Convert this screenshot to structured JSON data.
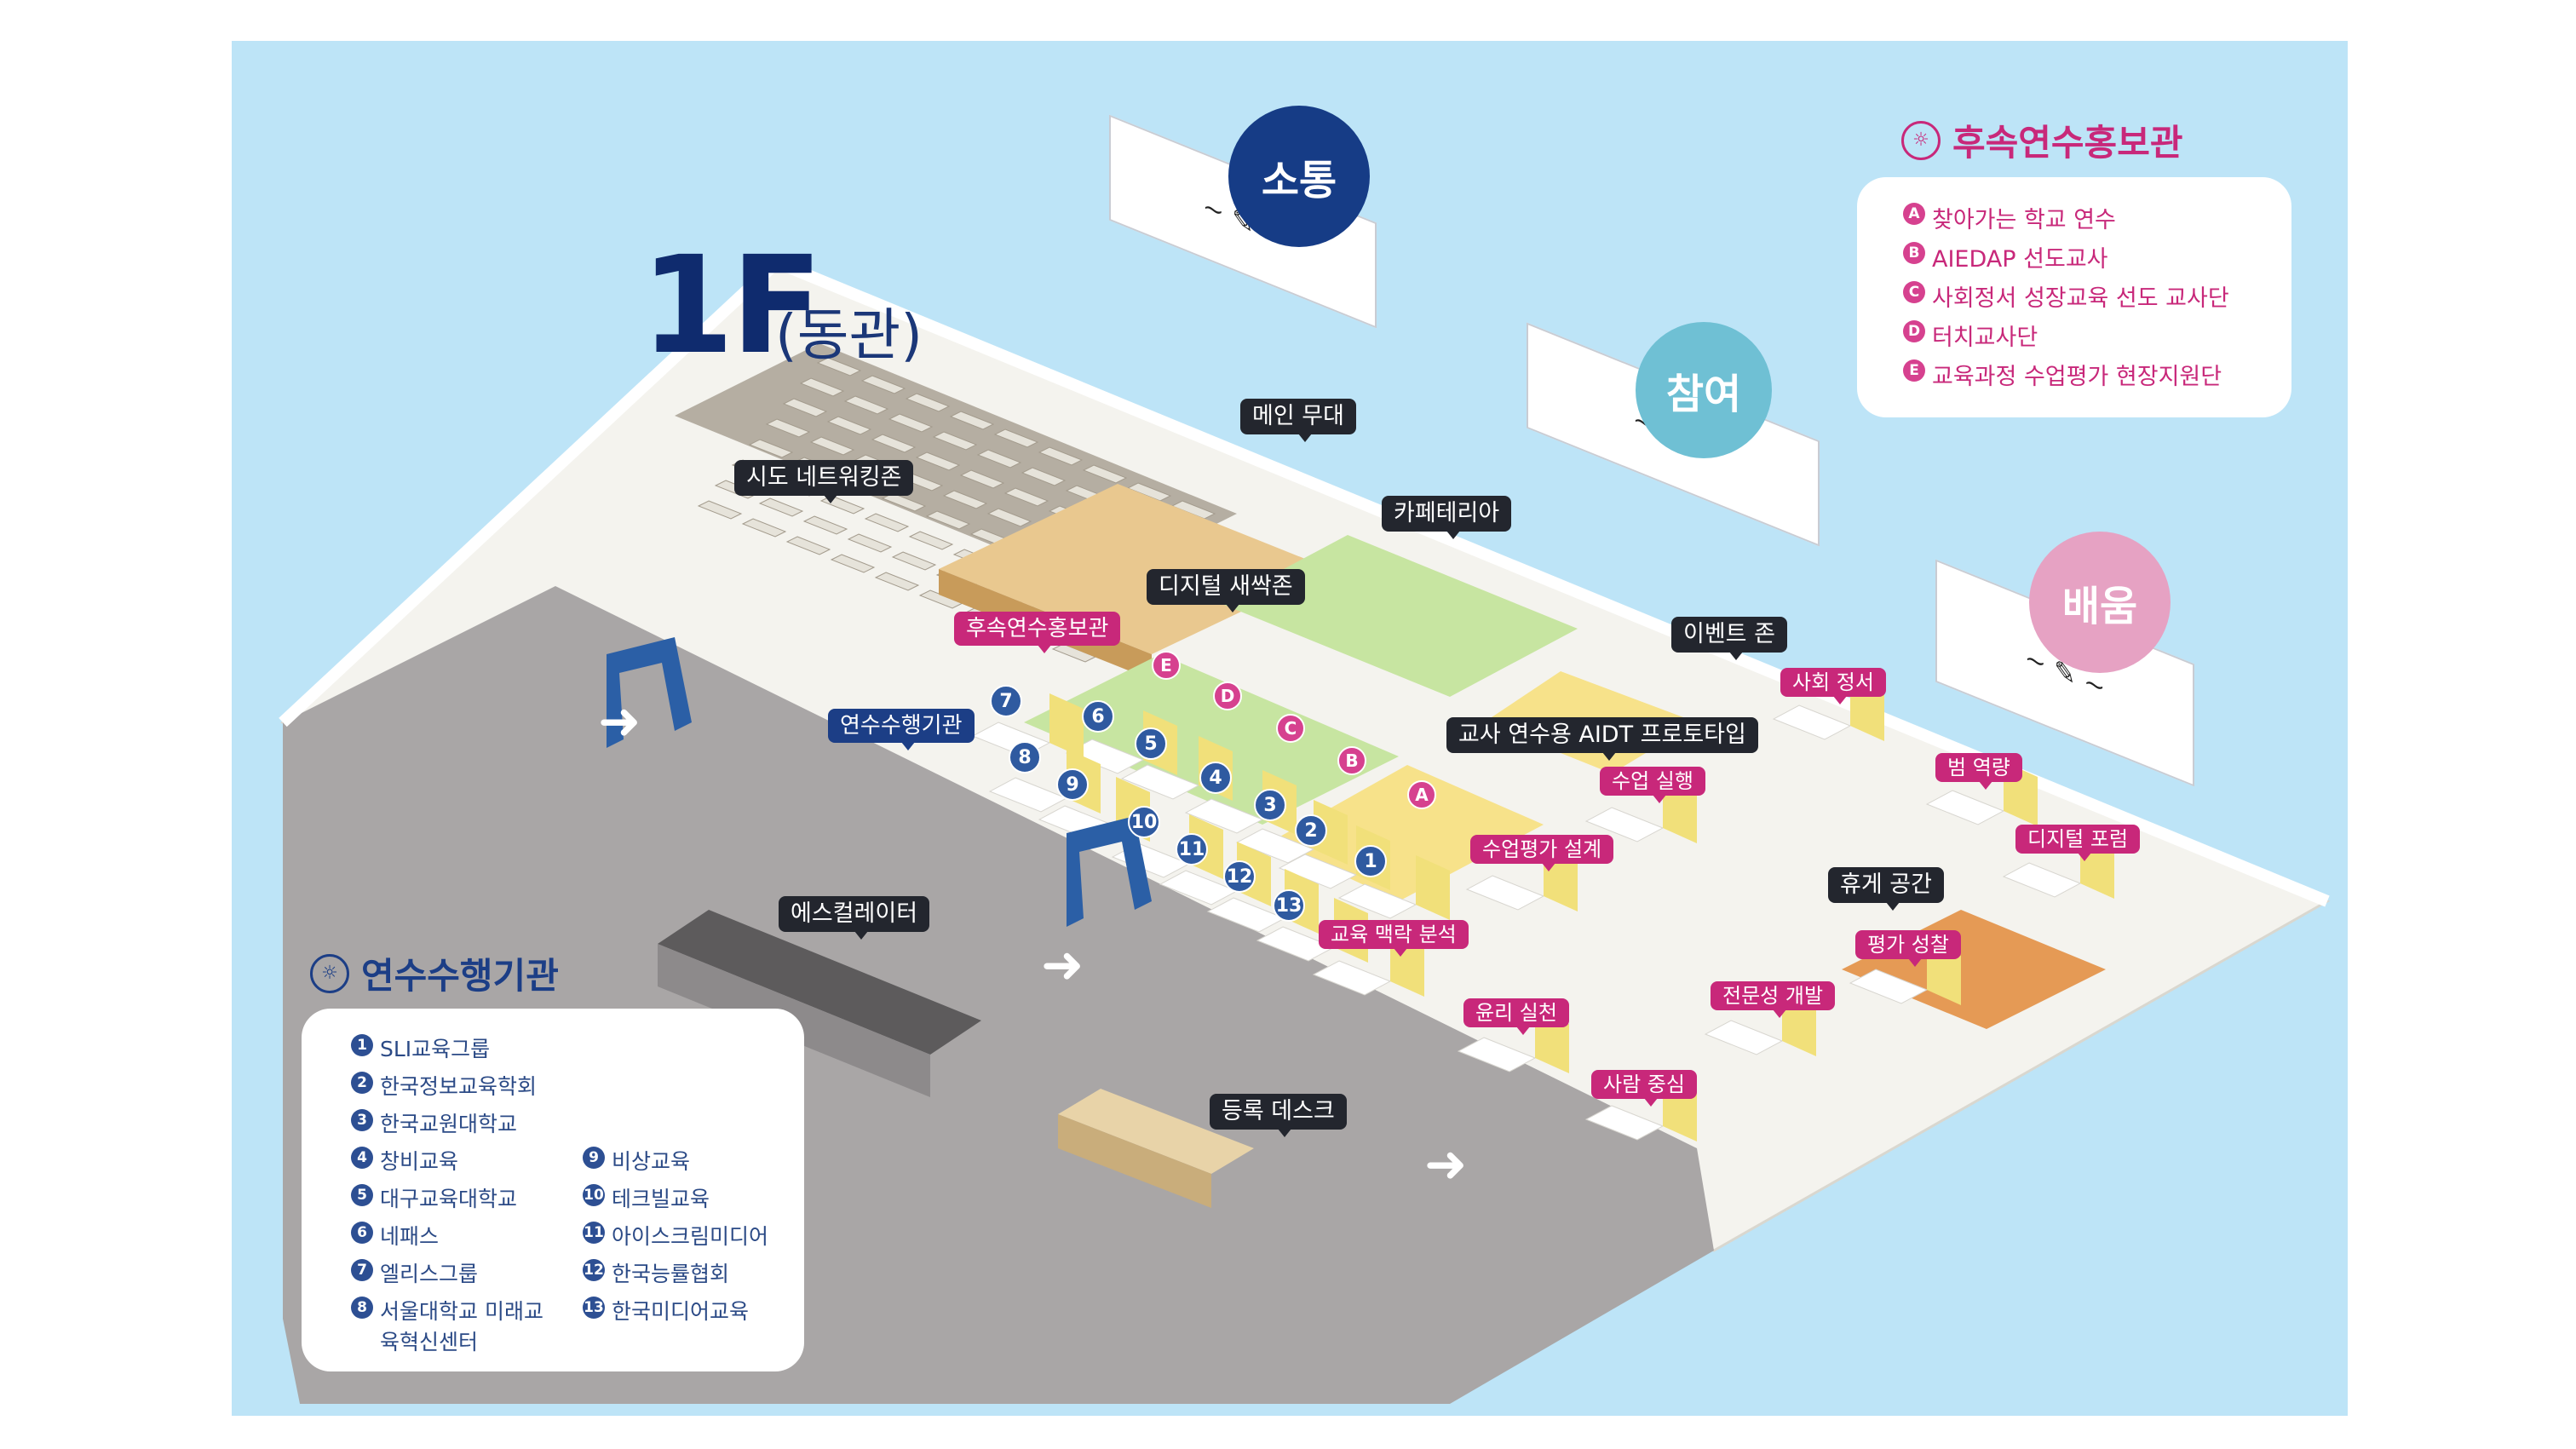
{
  "floor": {
    "big": "1F",
    "small": "(동관)"
  },
  "themes": [
    {
      "name": "소통",
      "color": "#163c86"
    },
    {
      "name": "참여",
      "color": "#6fc0d4"
    },
    {
      "name": "배움",
      "color": "#e6a2c3"
    }
  ],
  "zones": {
    "main_stage": "메인 무대",
    "network": "시도 네트워킹존",
    "cafeteria": "카페테리아",
    "digital": "디지털 새싹존",
    "promo": "후속연수홍보관",
    "event": "이벤트 존",
    "training": "연수수행기관",
    "aidt": "교사 연수용 AIDT 프로토타입",
    "escalator": "에스컬레이터",
    "rest": "휴게 공간",
    "desk": "등록 데스크",
    "social": "사회 정서",
    "law": "범 역량",
    "forum": "디지털 포럼",
    "lesson": "수업 실행",
    "eval": "수업평가 설계",
    "context": "교육 맥락 분석",
    "ethics": "윤리 실천",
    "reflect": "평가 성찰",
    "expert": "전문성 개발",
    "human": "사람 중심"
  },
  "booth_numbers": [
    "1",
    "2",
    "3",
    "4",
    "5",
    "6",
    "7",
    "8",
    "9",
    "10",
    "11",
    "12",
    "13"
  ],
  "booth_letters": [
    "A",
    "B",
    "C",
    "D",
    "E"
  ],
  "legend_training": {
    "title": "연수수행기관",
    "items": [
      {
        "n": "1",
        "t": "SLI교육그룹"
      },
      {
        "n": "2",
        "t": "한국정보교육학회"
      },
      {
        "n": "3",
        "t": "한국교원대학교"
      },
      {
        "n": "4",
        "t": "창비교육"
      },
      {
        "n": "5",
        "t": "대구교육대학교"
      },
      {
        "n": "6",
        "t": "네패스"
      },
      {
        "n": "7",
        "t": "엘리스그룹"
      },
      {
        "n": "8",
        "t": "서울대학교 미래교육혁신센터"
      },
      {
        "n": "9",
        "t": "비상교육"
      },
      {
        "n": "10",
        "t": "테크빌교육"
      },
      {
        "n": "11",
        "t": "아이스크림미디어"
      },
      {
        "n": "12",
        "t": "한국능률협회"
      },
      {
        "n": "13",
        "t": "한국미디어교육"
      }
    ]
  },
  "legend_promo": {
    "title": "후속연수홍보관",
    "items": [
      {
        "n": "A",
        "t": "찾아가는 학교 연수"
      },
      {
        "n": "B",
        "t": "AIEDAP 선도교사"
      },
      {
        "n": "C",
        "t": "사회정서 성장교육 선도 교사단"
      },
      {
        "n": "D",
        "t": "터치교사단"
      },
      {
        "n": "E",
        "t": "교육과정 수업평가 현장지원단"
      }
    ]
  },
  "colors": {
    "navy": "#1c3e86",
    "pink": "#c8287a",
    "water": "#bde4f7",
    "floor": "#a9a6a6"
  }
}
